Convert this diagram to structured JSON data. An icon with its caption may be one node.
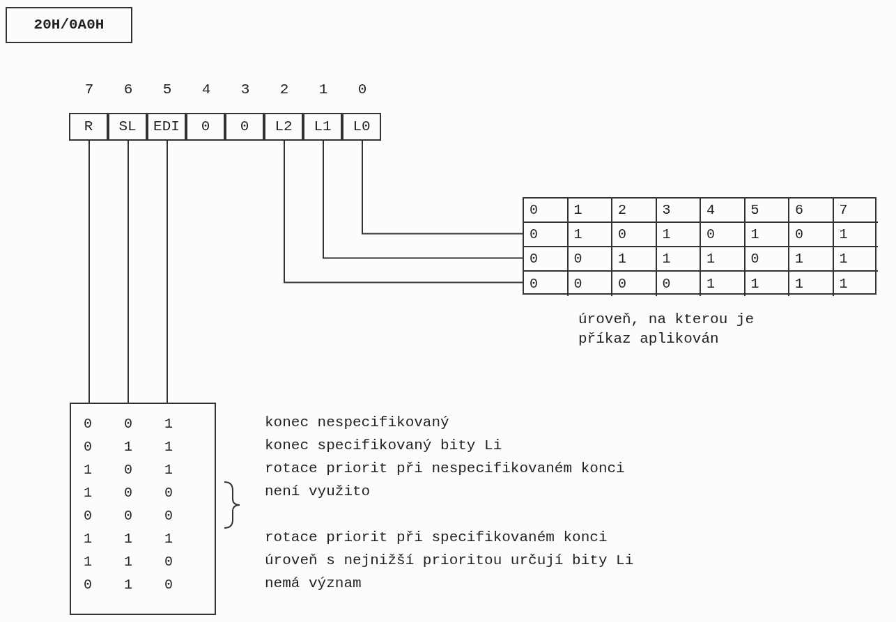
{
  "diagram": {
    "nodes": [
      {
        "text": [
          "20H/0A0H"
        ]
      },
      {
        "text": [
          "R"
        ]
      },
      {
        "text": [
          "SL"
        ]
      },
      {
        "text": [
          "EDI"
        ]
      },
      {
        "text": [
          "0"
        ]
      },
      {
        "text": [
          "0"
        ]
      },
      {
        "text": [
          "L2"
        ]
      },
      {
        "text": [
          "L1"
        ]
      },
      {
        "text": [
          "L0"
        ]
      },
      {
        "text": [],
        "shape": "box",
        "beside": [
          "úroveň, na kterou je příkaz aplikován"
        ]
      },
      {
        "text": [
          "0",
          "1",
          "2",
          "3",
          "4",
          "5",
          "6",
          "7"
        ],
        "in": 9
      },
      {
        "text": [
          "0",
          "1",
          "0",
          "1",
          "0",
          "1",
          "0",
          "1"
        ],
        "in": 9
      },
      {
        "text": [
          "0",
          "0",
          "1",
          "1",
          "1",
          "0",
          "1",
          "1"
        ],
        "in": 9
      },
      {
        "text": [
          "0",
          "0",
          "0",
          "0",
          "1",
          "1",
          "1",
          "1"
        ],
        "in": 9
      },
      {
        "text": [],
        "shape": "box"
      },
      {
        "text": [
          "0",
          "0",
          "1"
        ],
        "in": 14
      },
      {
        "text": [
          "0",
          "1",
          "1"
        ],
        "in": 14
      },
      {
        "text": [
          "1",
          "0",
          "1"
        ],
        "in": 14
      },
      {
        "text": [
          "1",
          "0",
          "0"
        ],
        "in": 14
      },
      {
        "text": [
          "0",
          "0",
          "0"
        ],
        "in": 14
      },
      {
        "text": [
          "1",
          "1",
          "1"
        ],
        "in": 14
      },
      {
        "text": [
          "1",
          "1",
          "0"
        ],
        "in": 14
      },
      {
        "text": [
          "0",
          "1",
          "0"
        ],
        "in": 14
      }
    ],
    "edges": [
      {
        "from": 8,
        "to": 11,
        "arrow": "none"
      },
      {
        "from": 7,
        "to": 12,
        "arrow": "none"
      },
      {
        "from": 6,
        "to": 13,
        "arrow": "none"
      },
      {
        "from": 1,
        "to": 14,
        "arrow": "none"
      },
      {
        "from": 2,
        "to": 14,
        "arrow": "none"
      },
      {
        "from": 3,
        "to": 14,
        "arrow": "none"
      }
    ],
    "labels": [
      "7",
      "6",
      "5",
      "4",
      "3",
      "2",
      "1",
      "0",
      "konec nespecifikovaný",
      "konec specifikovaný bity Li",
      "rotace priorit při nespecifikovaném konci",
      "není využito",
      "rotace priorit při specifikovaném konci",
      "úroveň s nejnižší prioritou určují bity Li",
      "nemá význam"
    ]
  }
}
